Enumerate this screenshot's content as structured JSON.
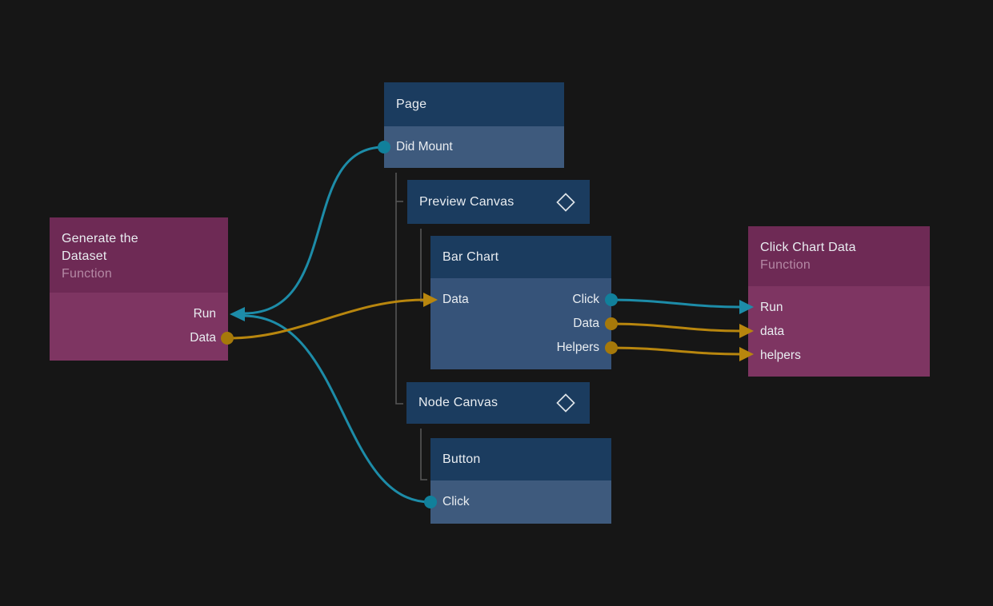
{
  "app": {
    "view": "visual-programming-node-graph"
  },
  "colors": {
    "background": "#161616",
    "signal_wire_teal": "#1d8ca8",
    "data_wire_orange": "#b8860e",
    "teal_port_dot": "#11809b",
    "orange_port_dot": "#a6790a",
    "component_header_blue": "#1b3c5f",
    "component_body_blue": "#365379",
    "event_row_blue": "#3e5a7d",
    "function_header_purple": "#6e2a55",
    "function_body_purple": "#7e3562",
    "tree_line_gray": "#565656",
    "label_text": "#e9edf1",
    "subtitle_text": "#b488a4"
  },
  "nodes": {
    "generate": {
      "title": "Generate the Dataset",
      "subtitle": "Function",
      "ports": {
        "run": "Run",
        "data": "Data"
      }
    },
    "page": {
      "title": "Page",
      "event": "Did Mount"
    },
    "preview_canvas": {
      "title": "Preview Canvas",
      "icon": "diamond"
    },
    "bar_chart": {
      "title": "Bar Chart",
      "ports": {
        "data_in": "Data",
        "click": "Click",
        "data_out": "Data",
        "helpers": "Helpers"
      }
    },
    "node_canvas": {
      "title": "Node Canvas",
      "icon": "diamond"
    },
    "button": {
      "title": "Button",
      "event": "Click"
    },
    "click_chart": {
      "title": "Click Chart Data",
      "subtitle": "Function",
      "ports": {
        "run": "Run",
        "data": "data",
        "helpers": "helpers"
      }
    }
  },
  "connections": [
    {
      "from": "Page.Did Mount",
      "to": "Generate the Dataset.Run",
      "type": "signal",
      "color": "#1d8ca8"
    },
    {
      "from": "Button.Click",
      "to": "Generate the Dataset.Run",
      "type": "signal",
      "color": "#1d8ca8"
    },
    {
      "from": "Generate the Dataset.Data",
      "to": "Bar Chart.Data",
      "type": "data",
      "color": "#b8860e"
    },
    {
      "from": "Bar Chart.Click",
      "to": "Click Chart Data.Run",
      "type": "signal",
      "color": "#1d8ca8"
    },
    {
      "from": "Bar Chart.Data",
      "to": "Click Chart Data.data",
      "type": "data",
      "color": "#b8860e"
    },
    {
      "from": "Bar Chart.Helpers",
      "to": "Click Chart Data.helpers",
      "type": "data",
      "color": "#b8860e"
    }
  ],
  "hierarchy": [
    {
      "parent": "Page",
      "children": [
        "Preview Canvas",
        "Node Canvas"
      ]
    },
    {
      "parent": "Preview Canvas",
      "children": [
        "Bar Chart"
      ]
    },
    {
      "parent": "Node Canvas",
      "children": [
        "Button"
      ]
    }
  ]
}
